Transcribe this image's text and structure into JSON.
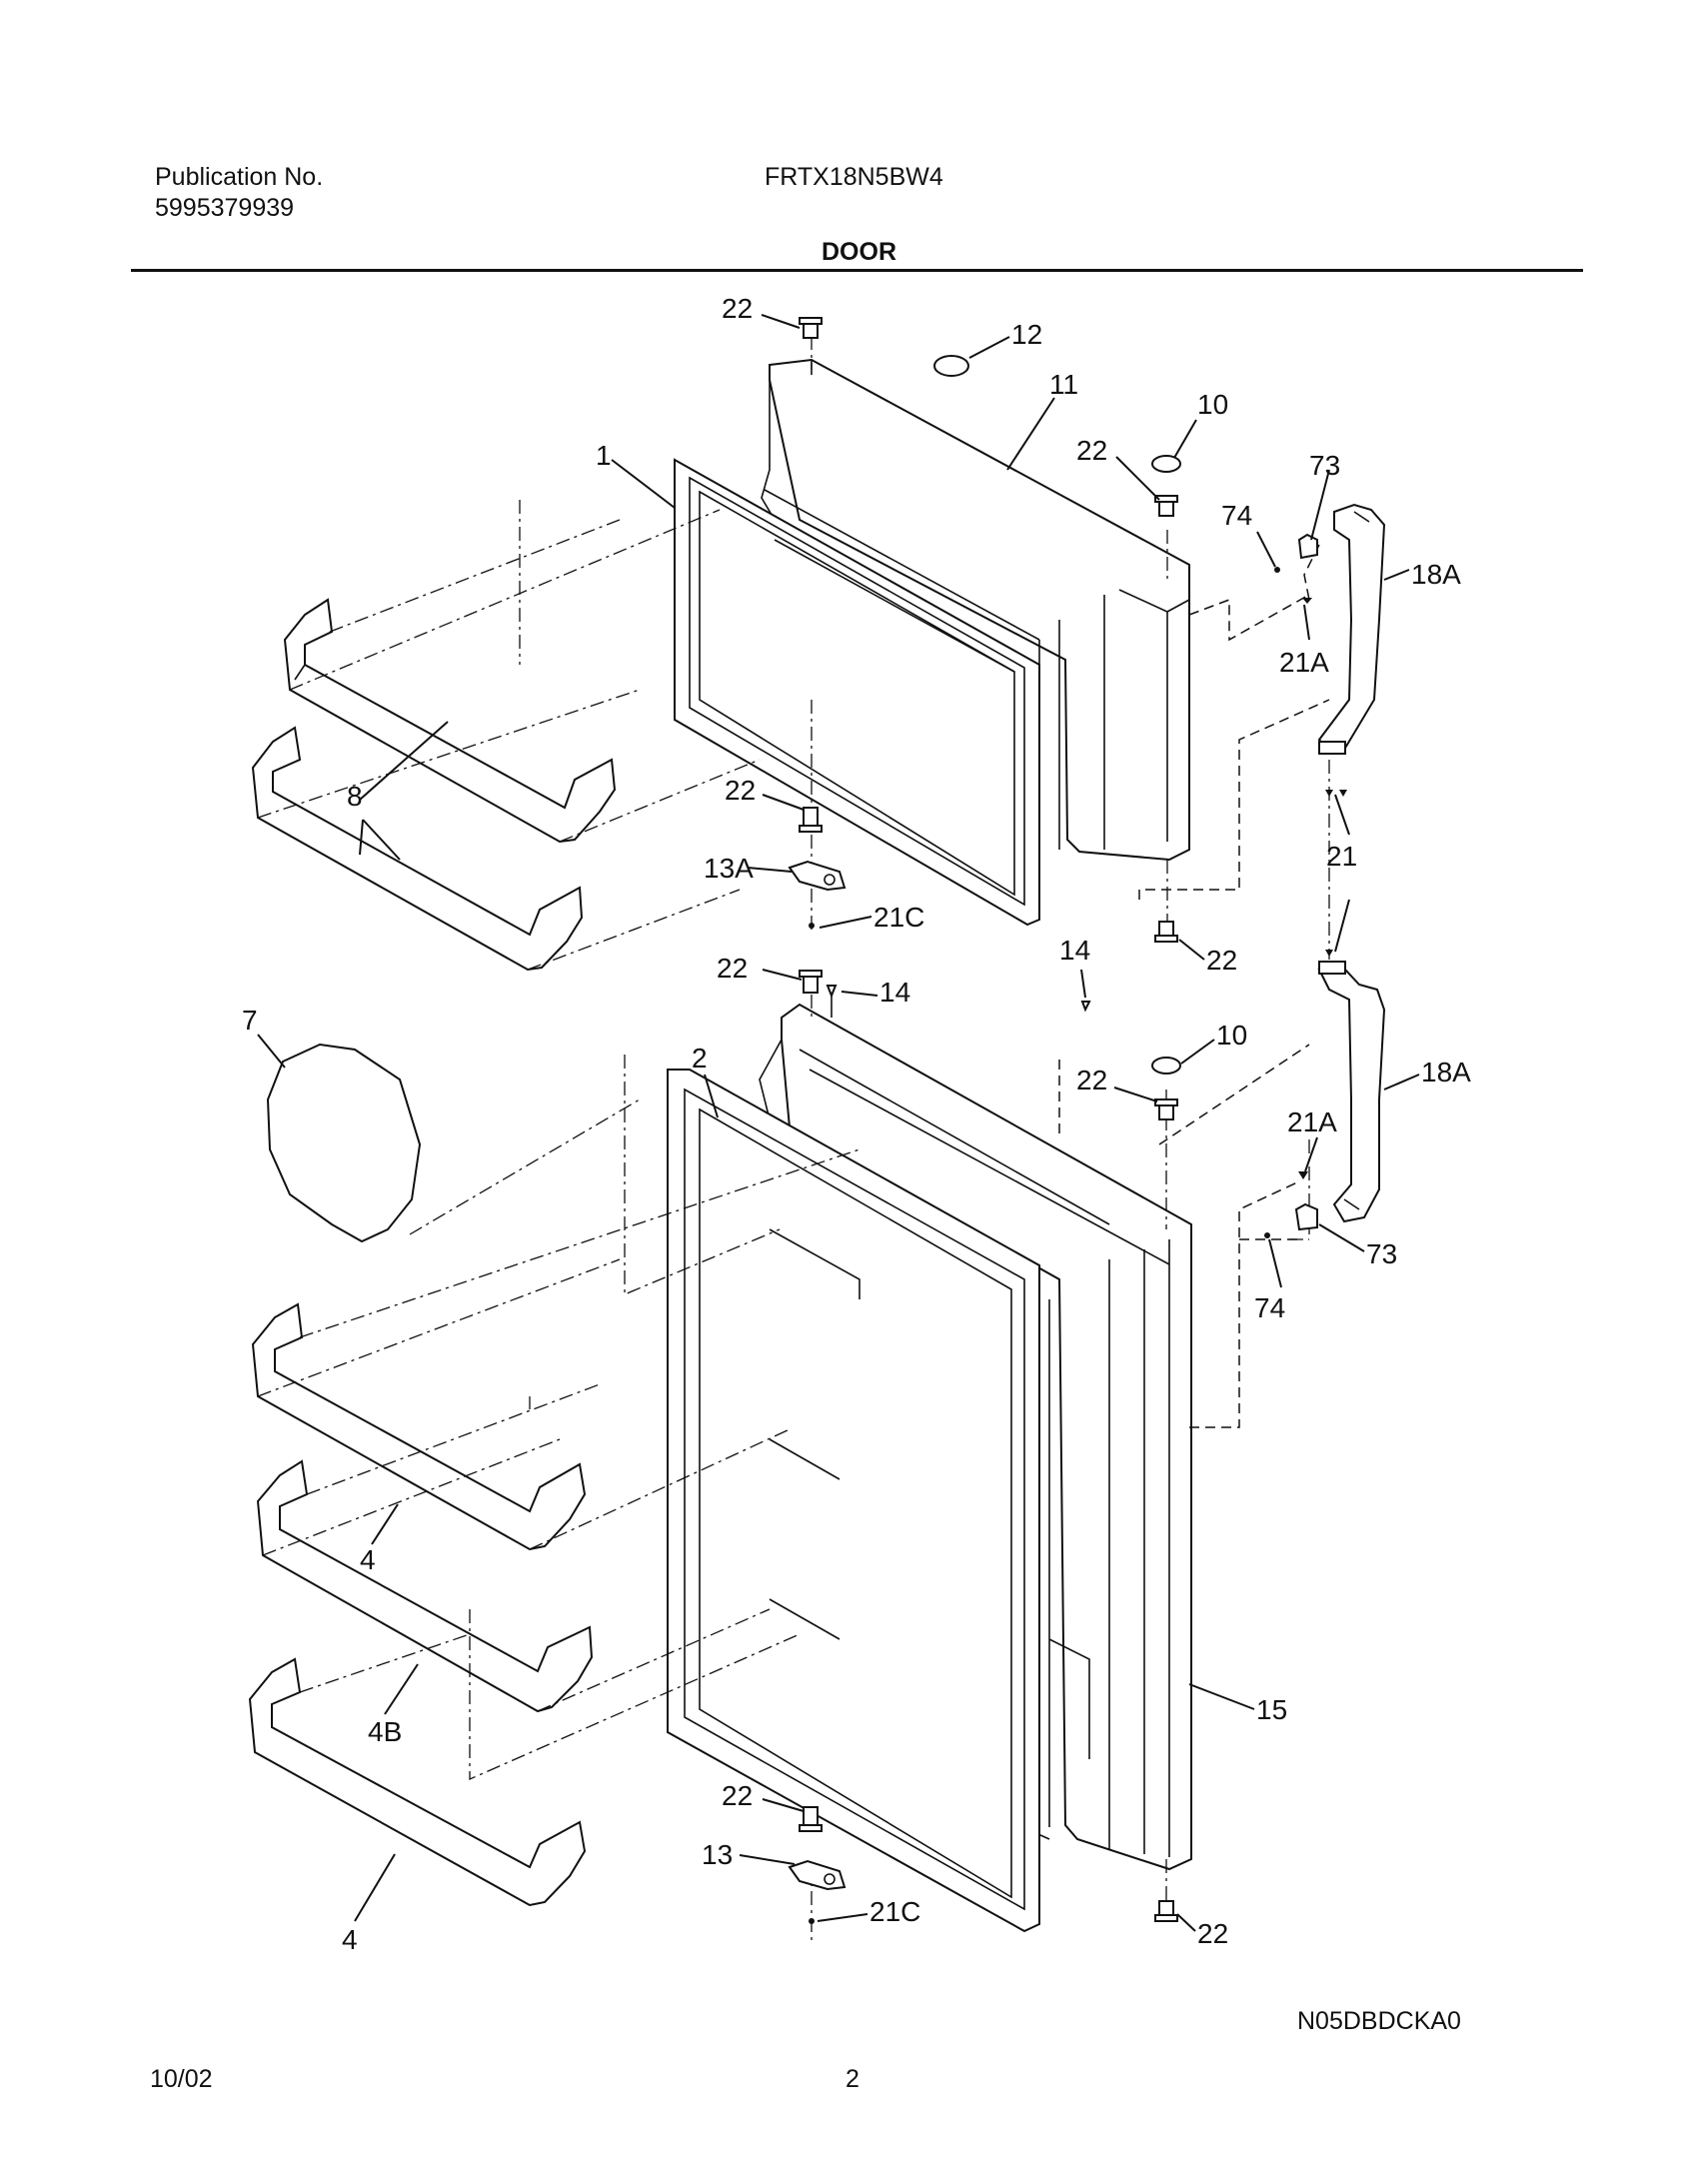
{
  "header": {
    "publication_label": "Publication No.",
    "publication_number": "5995379939",
    "model": "FRTX18N5BW4",
    "section_title": "DOOR"
  },
  "footer": {
    "diagram_code": "N05DBDCKA0",
    "date": "10/02",
    "page_number": "2"
  },
  "callouts": [
    {
      "id": "c22-top",
      "text": "22"
    },
    {
      "id": "c12",
      "text": "12"
    },
    {
      "id": "c11",
      "text": "11"
    },
    {
      "id": "c10-top",
      "text": "10"
    },
    {
      "id": "c22-upper-right",
      "text": "22"
    },
    {
      "id": "c1",
      "text": "1"
    },
    {
      "id": "c73-top",
      "text": "73"
    },
    {
      "id": "c74-top",
      "text": "74"
    },
    {
      "id": "c18A-top",
      "text": "18A"
    },
    {
      "id": "c21A-top",
      "text": "21A"
    },
    {
      "id": "c8",
      "text": "8"
    },
    {
      "id": "c22-freezer-bottom",
      "text": "22"
    },
    {
      "id": "c13A",
      "text": "13A"
    },
    {
      "id": "c21C-top",
      "text": "21C"
    },
    {
      "id": "c21",
      "text": "21"
    },
    {
      "id": "c22-freezer-right-bottom",
      "text": "22"
    },
    {
      "id": "c22-fresh-top",
      "text": "22"
    },
    {
      "id": "c14-small",
      "text": "14"
    },
    {
      "id": "c14",
      "text": "14"
    },
    {
      "id": "c7",
      "text": "7"
    },
    {
      "id": "c2",
      "text": "2"
    },
    {
      "id": "c10-bottom",
      "text": "10"
    },
    {
      "id": "c18A-bottom",
      "text": "18A"
    },
    {
      "id": "c22-fresh-right",
      "text": "22"
    },
    {
      "id": "c21A-bottom",
      "text": "21A"
    },
    {
      "id": "c73-bottom",
      "text": "73"
    },
    {
      "id": "c74-bottom",
      "text": "74"
    },
    {
      "id": "c4-upper",
      "text": "4"
    },
    {
      "id": "c4B",
      "text": "4B"
    },
    {
      "id": "c15",
      "text": "15"
    },
    {
      "id": "c22-fresh-bottom",
      "text": "22"
    },
    {
      "id": "c13",
      "text": "13"
    },
    {
      "id": "c21C-bottom",
      "text": "21C"
    },
    {
      "id": "c4-lower",
      "text": "4"
    },
    {
      "id": "c22-fresh-bottom-right",
      "text": "22"
    }
  ]
}
